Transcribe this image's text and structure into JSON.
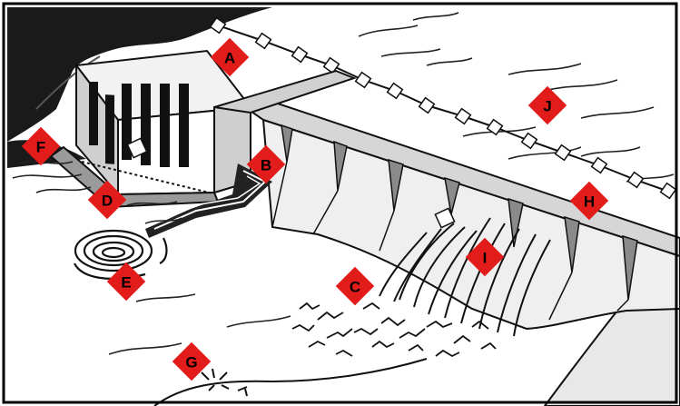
{
  "colors": {
    "marker_fill": "#e21b1b",
    "marker_text": "#000000",
    "ink": "#111111",
    "land": "#f4f4f4",
    "frame": "#000000"
  },
  "markers": [
    {
      "id": "A",
      "label": "A"
    },
    {
      "id": "B",
      "label": "B"
    },
    {
      "id": "C",
      "label": "C"
    },
    {
      "id": "D",
      "label": "D"
    },
    {
      "id": "E",
      "label": "E"
    },
    {
      "id": "F",
      "label": "F"
    },
    {
      "id": "G",
      "label": "G"
    },
    {
      "id": "H",
      "label": "H"
    },
    {
      "id": "I",
      "label": "I"
    },
    {
      "id": "J",
      "label": "J"
    }
  ]
}
